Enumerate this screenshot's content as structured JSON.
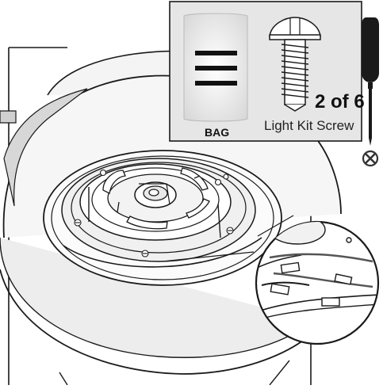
{
  "parts_callout": {
    "bag_label": "BAG",
    "count_label": "2 of 6",
    "part_name": "Light Kit Screw"
  },
  "icons": {
    "bag": "bag-icon",
    "screw": "screw-icon",
    "screwdriver": "phillips-screwdriver-icon",
    "tool_symbol": "phillips-head-icon",
    "detail_magnifier": "wire-connector-detail-icon"
  },
  "colors": {
    "line": "#1a1a1a",
    "callout_bg": "#e6e6e6",
    "bag_bar": "#111111",
    "fan_shade": "#d9d9d9"
  }
}
